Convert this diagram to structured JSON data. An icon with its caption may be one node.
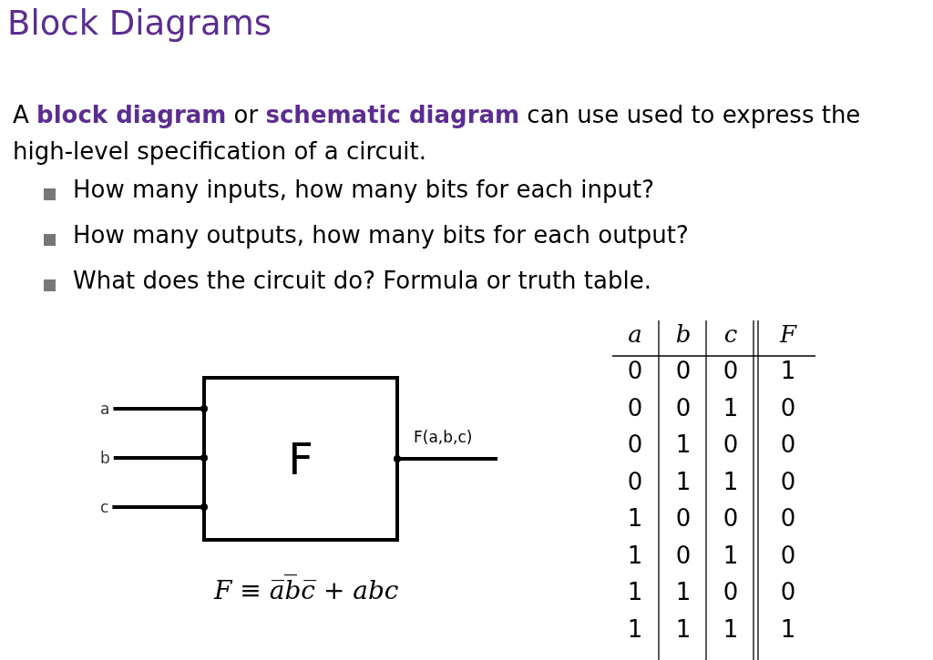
{
  "diagram": {
    "title": "Block Diagrams",
    "nodes": [
      {
        "text": [
          "F"
        ]
      },
      {
        "text": [
          "a"
        ]
      },
      {
        "text": [
          "b"
        ]
      },
      {
        "text": [
          "c"
        ]
      }
    ],
    "edges": [
      {
        "from": 1,
        "to": 0,
        "arrow": "other"
      },
      {
        "from": 2,
        "to": 0,
        "arrow": "other"
      },
      {
        "from": 3,
        "to": 0,
        "arrow": "other"
      },
      {
        "from": 0,
        "to": null,
        "arrow": "other",
        "label": "F(a,b,c)"
      }
    ],
    "labels": [
      "A **block diagram** or **schematic diagram** can use used to express the high-level specification of a circuit.",
      "How many inputs, how many bits for each input?",
      "How many outputs, how many bits for each output?",
      "What does the circuit do? Formula or truth table.",
      "F ≡ a̅b̅c̅ + abc",
      "a",
      "b",
      "c",
      "F",
      "0",
      "0",
      "0",
      "1",
      "0",
      "0",
      "1",
      "0",
      "0",
      "1",
      "0",
      "0",
      "0",
      "1",
      "1",
      "0",
      "1",
      "0",
      "0",
      "0",
      "1",
      "0",
      "1",
      "0",
      "1",
      "1",
      "0",
      "0",
      "1",
      "1",
      "1",
      "1"
    ]
  }
}
